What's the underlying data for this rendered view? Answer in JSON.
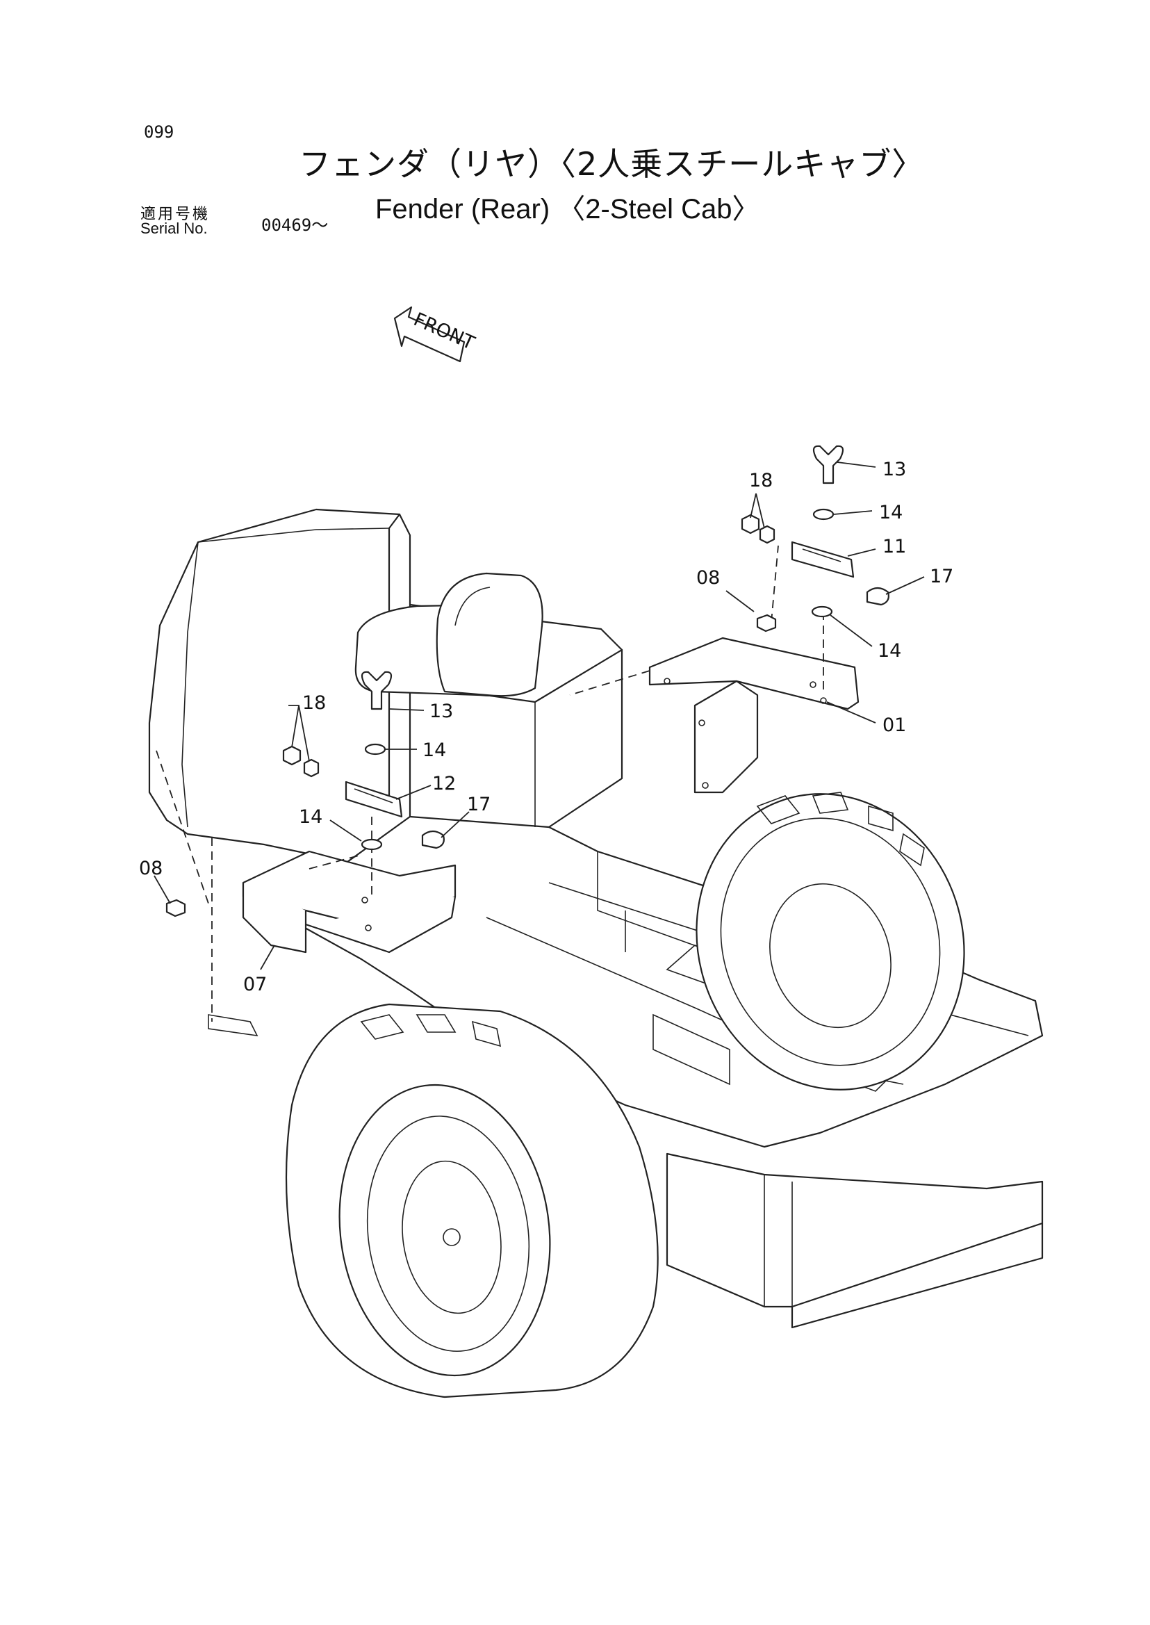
{
  "header": {
    "page_number": "099",
    "title_ja": "フェンダ（リヤ）〈2人乗スチールキャブ〉",
    "title_en": "Fender (Rear) 〈2-Steel Cab〉",
    "serial_label_ja": "適用号機",
    "serial_label_en": "Serial No.",
    "serial_value": "00469～"
  },
  "front_arrow": {
    "label": "FRONT"
  },
  "callouts": {
    "c01": "01",
    "c07": "07",
    "c08_right": "08",
    "c08_left": "08",
    "c11": "11",
    "c12": "12",
    "c13_right": "13",
    "c13_left": "13",
    "c14_right_top": "14",
    "c14_right_bottom": "14",
    "c14_left_top": "14",
    "c14_left_bottom": "14",
    "c17_right": "17",
    "c17_left": "17",
    "c18_right": "18",
    "c18_left": "18"
  }
}
